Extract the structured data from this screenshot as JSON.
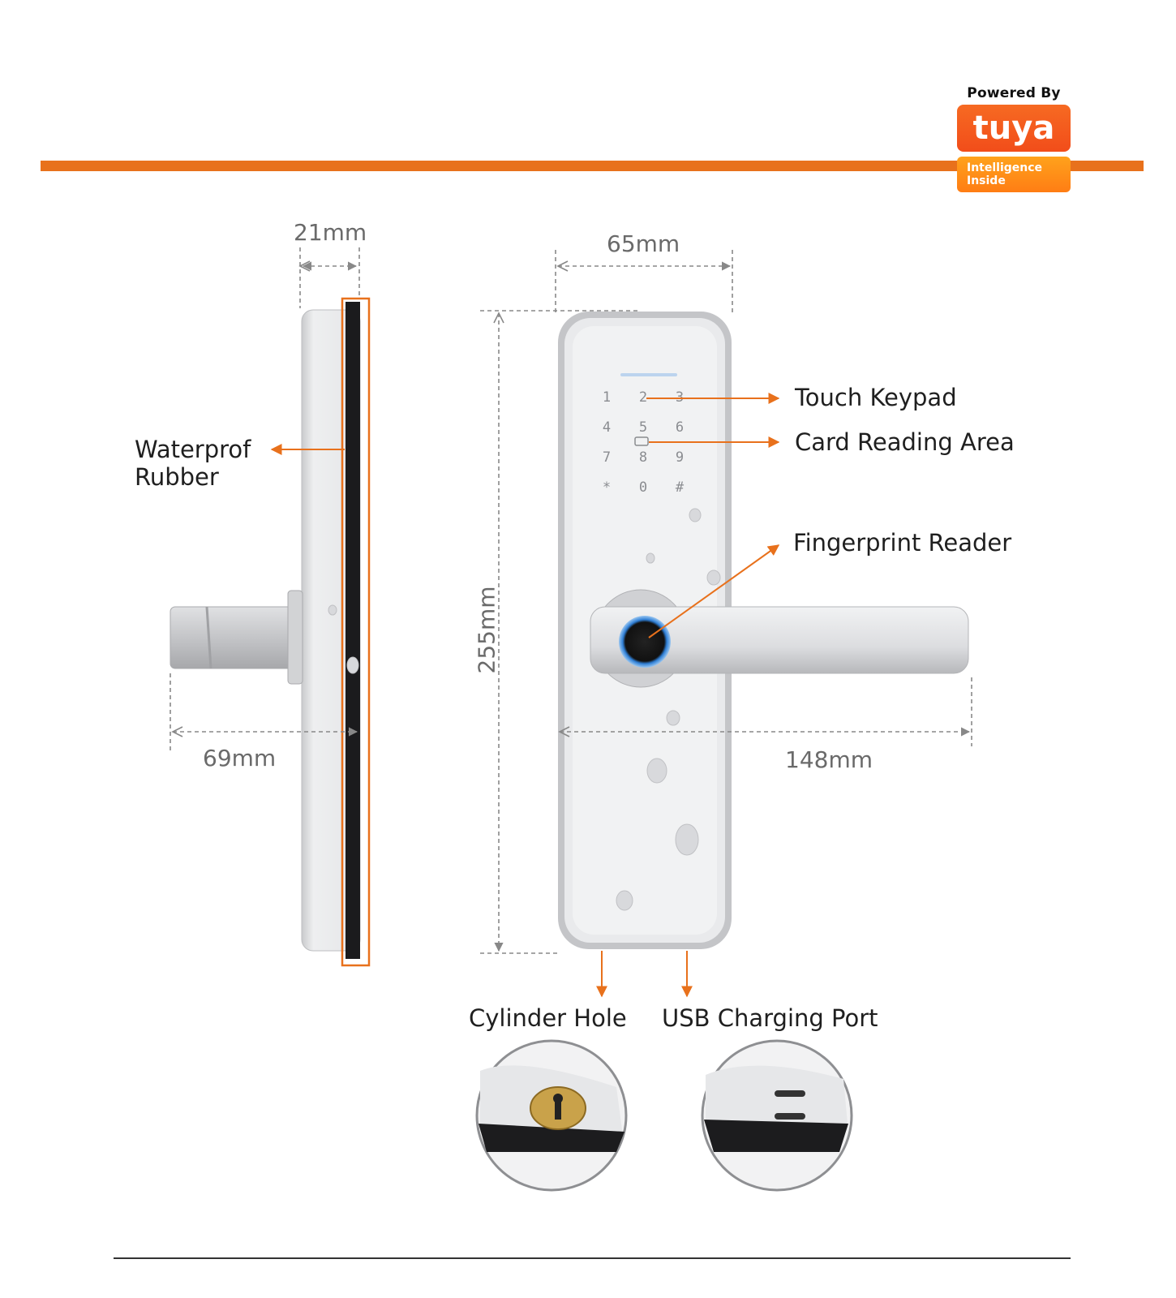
{
  "badge": {
    "powered_by": "Powered By",
    "logo": "tuya",
    "sub_line1": "Intelligence",
    "sub_line2": "Inside",
    "accent": "#e8711c"
  },
  "dimensions": {
    "thickness": "21mm",
    "width": "65mm",
    "height": "255mm",
    "spindle": "69mm",
    "handle": "148mm"
  },
  "labels": {
    "waterproof_line1": "Waterprof",
    "waterproof_line2": "Rubber",
    "touch_keypad": "Touch Keypad",
    "card_reading_area": "Card Reading Area",
    "fingerprint_reader": "Fingerprint Reader",
    "cylinder_hole": "Cylinder Hole",
    "usb_charging_port": "USB Charging Port"
  },
  "keypad": [
    "1",
    "2",
    "3",
    "4",
    "5",
    "6",
    "7",
    "8",
    "9",
    "*",
    "0",
    "#"
  ]
}
